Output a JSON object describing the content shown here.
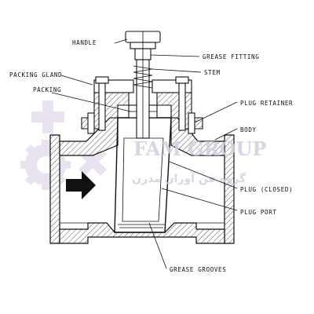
{
  "labels": {
    "handle": "HANDLE",
    "grease_fitting": "GREASE FITTING",
    "stem": "STEM",
    "packing_gland": "PACKING GLAND",
    "packing": "PACKING",
    "plug_retainer": "PLUG RETAINER",
    "body": "BODY",
    "plug_closed": "PLUG (CLOSED)",
    "plug_port": "PLUG PORT",
    "grease_grooves": "GREASE GROOVES"
  },
  "watermark": {
    "latin": "FAM GROUP",
    "persian": "گروه فن آوران مدرن"
  },
  "colors": {
    "line": "#111111",
    "watermark": "#cfcfe0",
    "background": "#ffffff"
  }
}
